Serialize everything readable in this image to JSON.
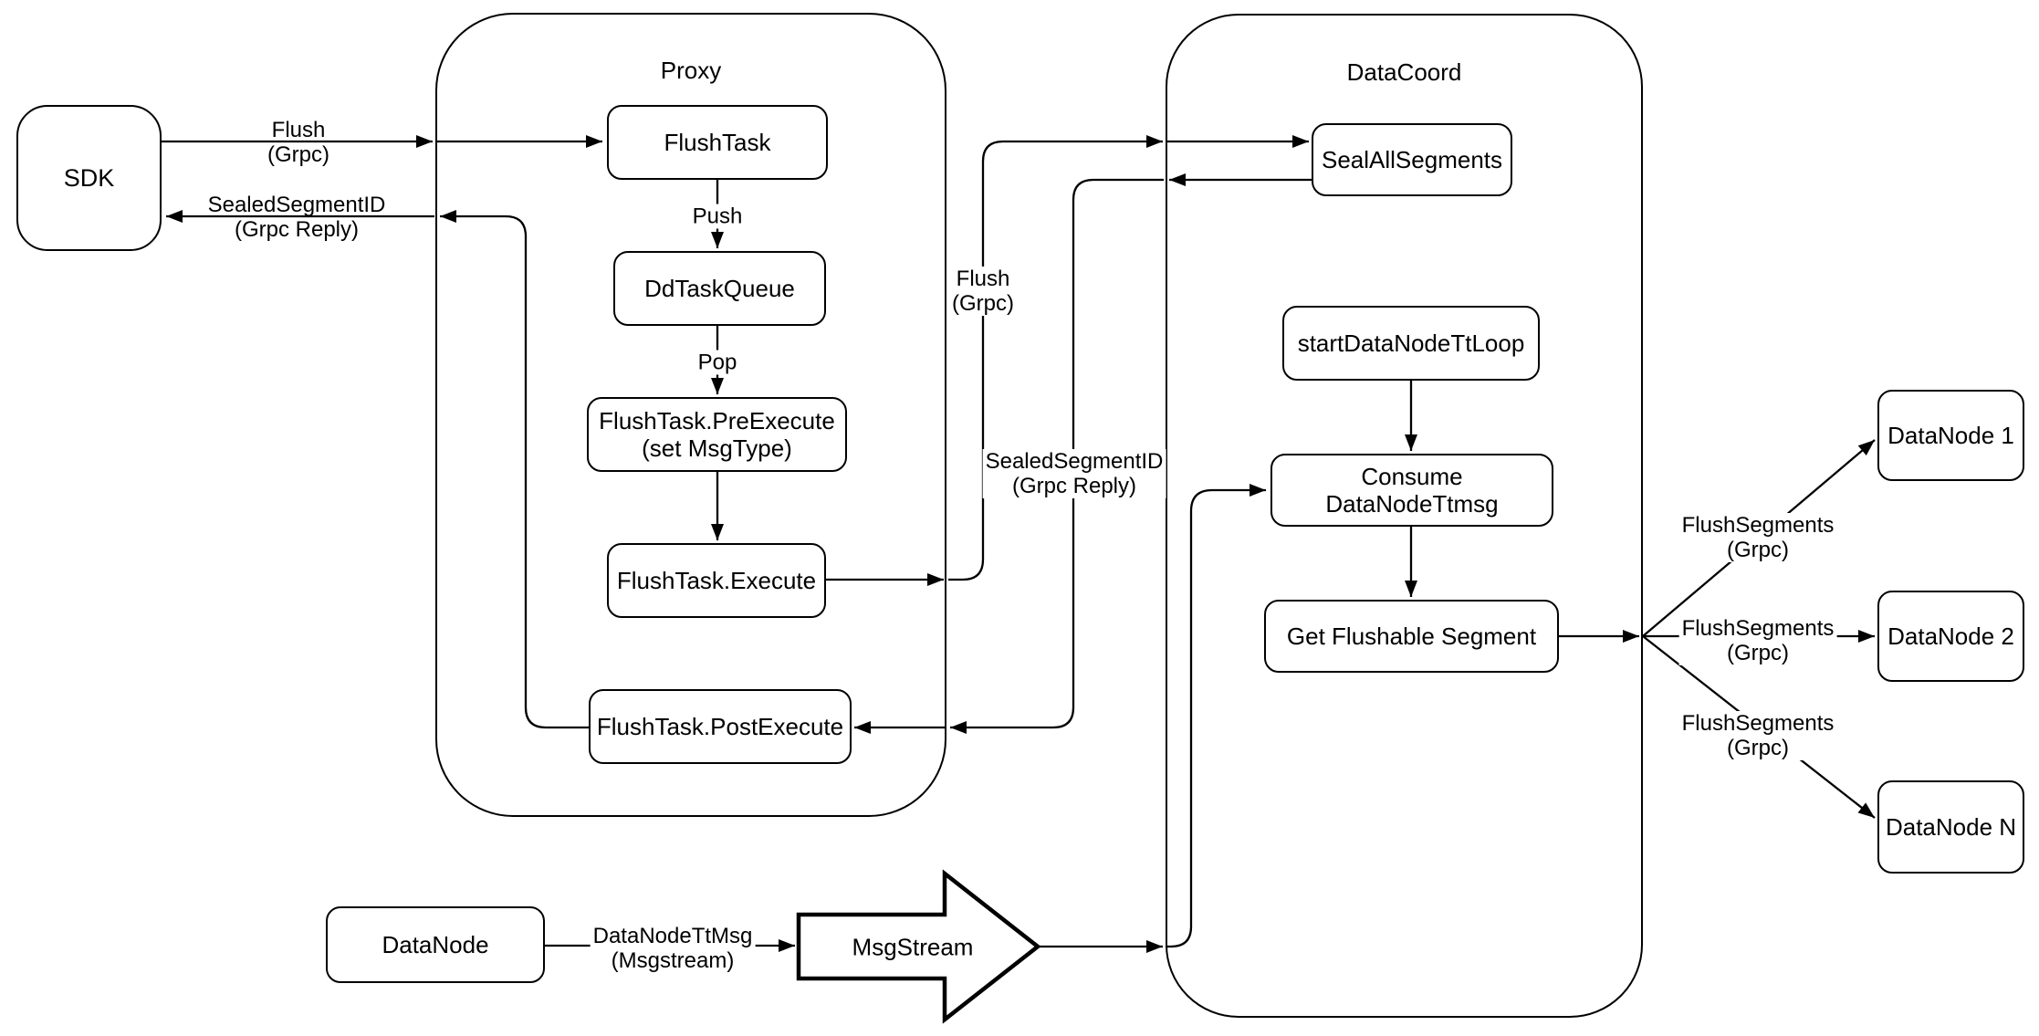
{
  "diagram": {
    "colors": {
      "stroke": "#000000",
      "background": "#ffffff"
    },
    "containers": {
      "proxy": {
        "title": "Proxy"
      },
      "datacoord": {
        "title": "DataCoord"
      }
    },
    "nodes": {
      "sdk": "SDK",
      "flush_task": "FlushTask",
      "dd_task_queue": "DdTaskQueue",
      "pre_execute_line1": "FlushTask.PreExecute",
      "pre_execute_line2": "(set MsgType)",
      "execute": "FlushTask.Execute",
      "post_execute": "FlushTask.PostExecute",
      "seal_all_segments": "SealAllSegments",
      "start_datanode_tt_loop": "startDataNodeTtLoop",
      "consume_datanode_ttmsg": "Consume DataNodeTtmsg",
      "get_flushable_segment": "Get Flushable Segment",
      "datanode_1": "DataNode 1",
      "datanode_2": "DataNode 2",
      "datanode_n": "DataNode N",
      "datanode_bottom": "DataNode",
      "msgstream": "MsgStream"
    },
    "edge_labels": {
      "flush_sdk": {
        "line1": "Flush",
        "line2": "(Grpc)"
      },
      "sealed_sdk": {
        "line1": "SealedSegmentID",
        "line2": "(Grpc Reply)"
      },
      "push": "Push",
      "pop": "Pop",
      "flush_mid": {
        "line1": "Flush",
        "line2": "(Grpc)"
      },
      "sealed_mid": {
        "line1": "SealedSegmentID",
        "line2": "(Grpc Reply)"
      },
      "flush_segments_1": {
        "line1": "FlushSegments",
        "line2": "(Grpc)"
      },
      "flush_segments_2": {
        "line1": "FlushSegments",
        "line2": "(Grpc)"
      },
      "flush_segments_3": {
        "line1": "FlushSegments",
        "line2": "(Grpc)"
      },
      "datanode_ttmsg": {
        "line1": "DataNodeTtMsg",
        "line2": "(Msgstream)"
      }
    }
  }
}
